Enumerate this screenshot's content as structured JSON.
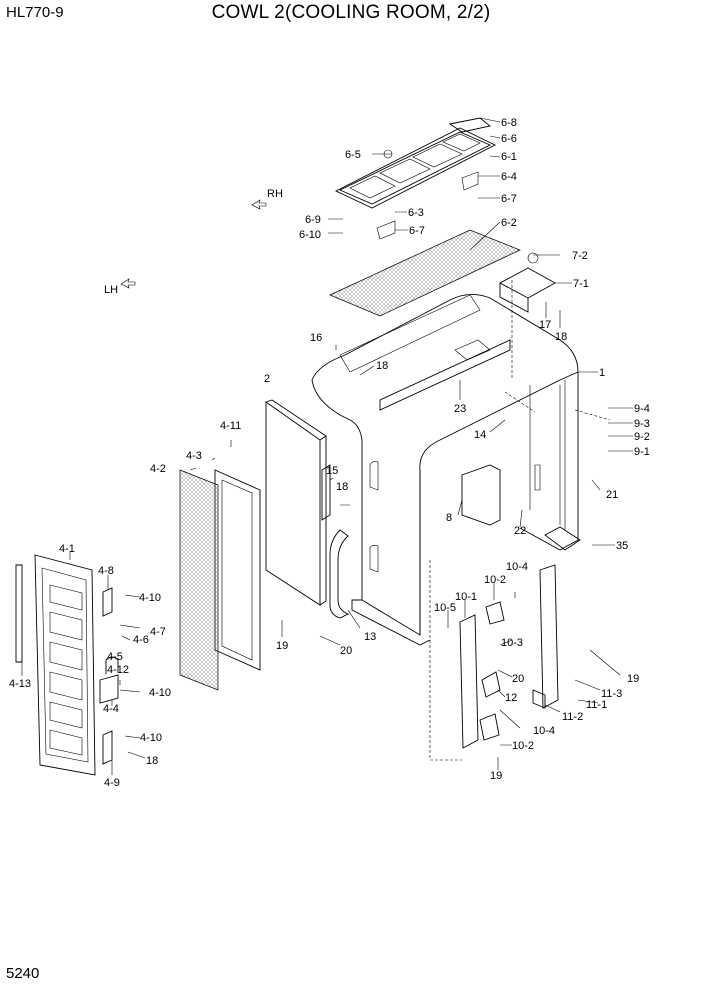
{
  "header": {
    "model": "HL770-9",
    "title": "COWL 2(COOLING ROOM, 2/2)"
  },
  "page_number": "5240",
  "direction_labels": {
    "rh": "RH",
    "lh": "LH"
  },
  "part_labels": [
    "6-8",
    "6-6",
    "6-5",
    "6-1",
    "6-4",
    "6-7",
    "6-3",
    "6-9",
    "6-10",
    "6-7",
    "6-2",
    "7-2",
    "7-1",
    "17",
    "18",
    "16",
    "18",
    "1",
    "2",
    "23",
    "9-4",
    "9-3",
    "9-2",
    "9-1",
    "14",
    "4-11",
    "15",
    "18",
    "21",
    "8",
    "22",
    "35",
    "4-3",
    "4-2",
    "4-1",
    "13",
    "10-4",
    "10-2",
    "10-1",
    "10-5",
    "4-8",
    "4-10",
    "4-7",
    "4-6",
    "19",
    "20",
    "10-3",
    "20",
    "4-5",
    "4-12",
    "4-10",
    "12",
    "19",
    "11-3",
    "11-1",
    "11-2",
    "4-13",
    "4-4",
    "4-10",
    "10-4",
    "18",
    "10-2",
    "4-9",
    "19"
  ]
}
